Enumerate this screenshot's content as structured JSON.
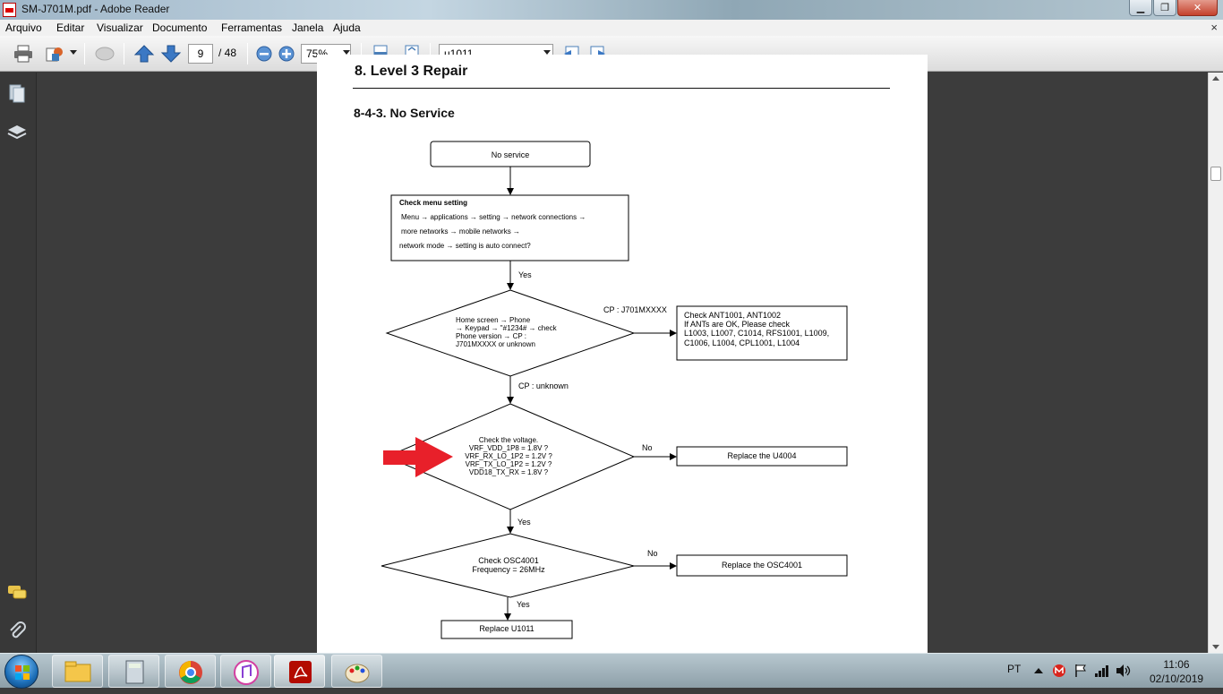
{
  "window": {
    "title": "SM-J701M.pdf - Adobe Reader",
    "controls": {
      "minimize": "▁",
      "maximize": "❐",
      "close": "✕"
    }
  },
  "menu": {
    "items": [
      "Arquivo",
      "Editar",
      "Visualizar",
      "Documento",
      "Ferramentas",
      "Janela",
      "Ajuda"
    ],
    "close_doc": "×"
  },
  "toolbar": {
    "page_current": "9",
    "page_total": "/ 48",
    "zoom": "75%",
    "search": "u1011"
  },
  "icons": {
    "print": "printer-icon",
    "share": "share-icon",
    "comment": "cloud-comment-icon",
    "prev": "arrow-up-icon",
    "next": "arrow-down-icon",
    "zoom_out": "zoom-out-icon",
    "zoom_in": "zoom-in-icon",
    "fit_width": "fit-width-icon",
    "fit_page": "fit-page-icon",
    "find_prev": "find-previous-icon",
    "find_next": "find-next-icon"
  },
  "document": {
    "section_heading": "8. Level 3 Repair",
    "subheading": "8-4-3. No Service",
    "flow": {
      "start": "No service",
      "menu_title": "Check menu setting",
      "menu_lines": [
        "Menu → applications → setting → network connections →",
        "more networks → mobile networks →",
        "network mode → setting is auto connect?"
      ],
      "yes1": "Yes",
      "dec1_lines": [
        "Home screen → Phone",
        "→ Keypad → \"#1234# → check",
        "Phone version → CP :",
        "J701MXXXX or unknown"
      ],
      "cp_j701": "CP : J701MXXXX",
      "ant_lines": [
        "Check ANT1001, ANT1002",
        "If ANTs are OK, Please check",
        "L1003, L1007, C1014, RFS1001, L1009,",
        "C1006, L1004, CPL1001, L1004"
      ],
      "cp_unknown": "CP : unknown",
      "dec2_lines": [
        "Check the voltage.",
        "VRF_VDD_1P8 = 1.8V ?",
        "VRF_RX_LO_1P2 = 1.2V ?",
        "VRF_TX_LO_1P2 = 1.2V ?",
        "VDD18_TX_RX = 1.8V ?"
      ],
      "no1": "No",
      "replace_u4004": "Replace the U4004",
      "yes2": "Yes",
      "dec3_lines": [
        "Check OSC4001",
        "Frequency = 26MHz"
      ],
      "no2": "No",
      "replace_osc": "Replace the OSC4001",
      "yes3": "Yes",
      "replace_u1011": "Replace U1011"
    }
  },
  "taskbar": {
    "apps": [
      "file-explorer-icon",
      "calculator-icon",
      "chrome-icon",
      "itunes-icon",
      "adobe-reader-icon",
      "paint-icon"
    ],
    "lang": "PT",
    "time": "11:06",
    "date": "02/10/2019"
  },
  "colors": {
    "annotation_arrow": "#e8202a",
    "background": "#3c3c3c"
  }
}
